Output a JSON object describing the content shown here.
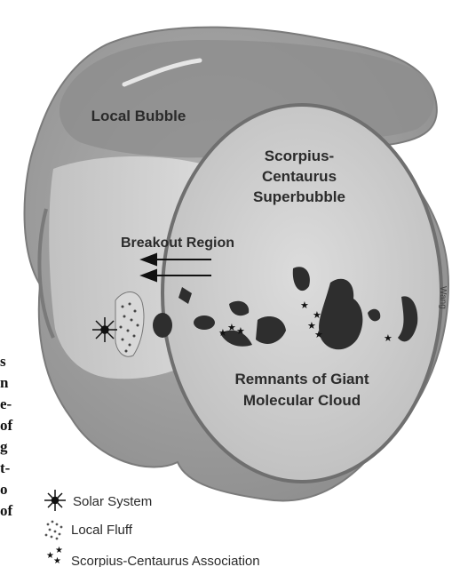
{
  "labels": {
    "local_bubble": "Local Bubble",
    "superbubble_line1": "Scorpius-",
    "superbubble_line2": "Centaurus",
    "superbubble_line3": "Superbubble",
    "breakout_region": "Breakout Region",
    "remnants_line1": "Remnants of Giant",
    "remnants_line2": "Molecular Cloud"
  },
  "legend": {
    "solar_system": "Solar System",
    "local_fluff": "Local Fluff",
    "sco_cen_association": "Scorpius-Centaurus Association"
  },
  "credit": "Wang",
  "clipped_body_text": [
    "s",
    "n",
    "e-",
    "of",
    "g",
    "t-",
    "o",
    "of"
  ],
  "colors": {
    "bubble_fill": "#9a9a9a",
    "superbubble_fill": "#c9c9c9",
    "superbubble_edge": "#6f6f6f",
    "clouds": "#2e2e2e",
    "text": "#2b2b2b"
  }
}
